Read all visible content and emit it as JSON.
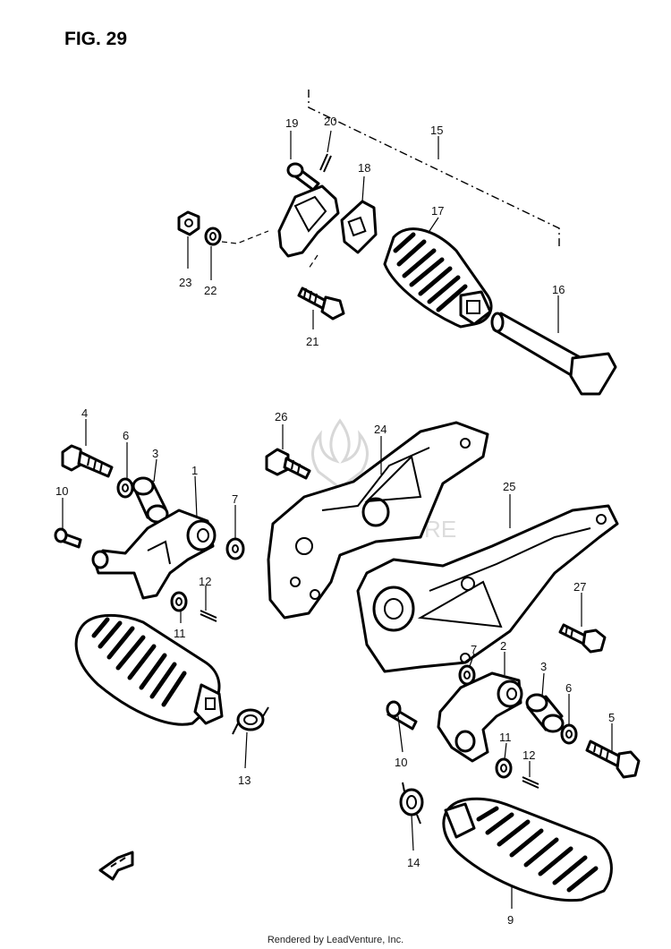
{
  "figure": {
    "title": "FIG. 29",
    "footer": "Rendered by LeadVenture, Inc.",
    "watermark_text": "LEADVENTURE"
  },
  "callouts": {
    "c1": "1",
    "c2": "2",
    "c3a": "3",
    "c3b": "3",
    "c4": "4",
    "c5": "5",
    "c6a": "6",
    "c6b": "6",
    "c7a": "7",
    "c7b": "7",
    "c9": "9",
    "c10a": "10",
    "c10b": "10",
    "c11a": "11",
    "c11b": "11",
    "c12a": "12",
    "c12b": "12",
    "c13": "13",
    "c14": "14",
    "c15": "15",
    "c16": "16",
    "c17": "17",
    "c18": "18",
    "c19": "19",
    "c20": "20",
    "c21": "21",
    "c22": "22",
    "c23": "23",
    "c24": "24",
    "c25": "25",
    "c26": "26",
    "c27": "27"
  },
  "icons": {
    "front_arrow": "front-arrow-icon",
    "watermark": "leadventure-flame-logo"
  }
}
